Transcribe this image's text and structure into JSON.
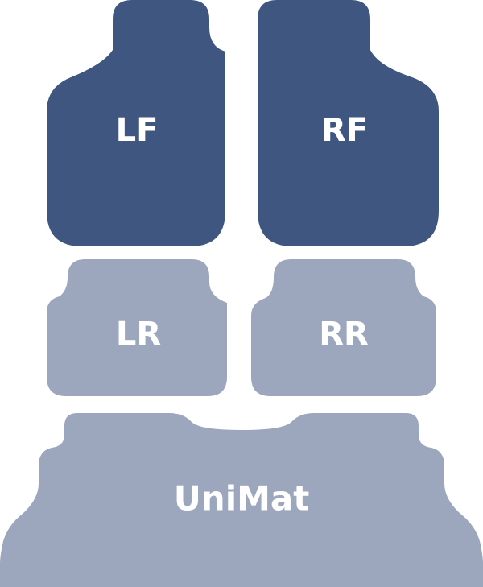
{
  "colors": {
    "front": "#3e5680",
    "rear": "#9ca6bd",
    "label": "#ffffff",
    "background": "#ffffff"
  },
  "mats": {
    "left_front": {
      "label": "LF"
    },
    "right_front": {
      "label": "RF"
    },
    "left_rear": {
      "label": "LR"
    },
    "right_rear": {
      "label": "RR"
    },
    "unimat": {
      "label": "UniMat"
    }
  }
}
